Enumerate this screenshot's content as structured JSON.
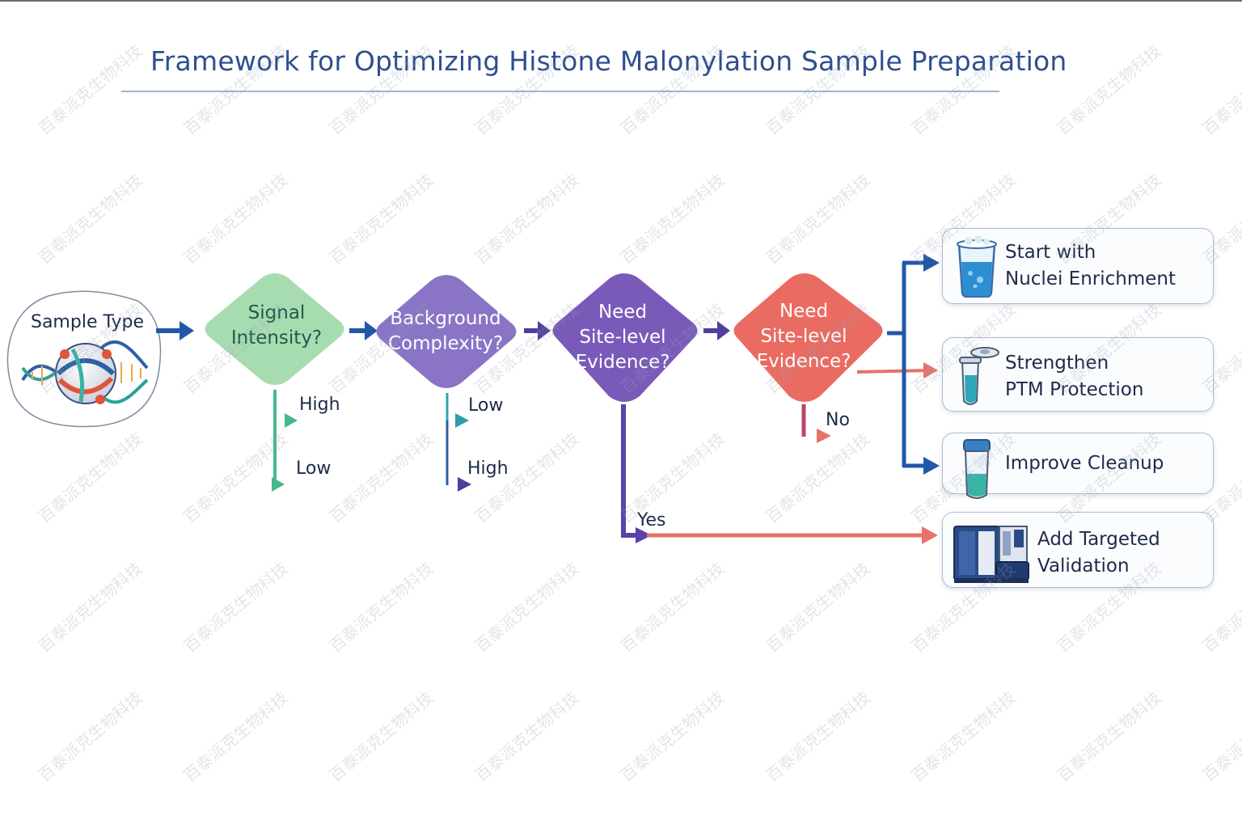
{
  "title": "Framework for Optimizing Histone Malonylation Sample Preparation",
  "colors": {
    "title": "#2e4f8f",
    "arrow_blue": "#2258a8",
    "signal_green": "#9fd8a8",
    "background_purple": "#8a70c4",
    "need_purple": "#7a58b8",
    "need_coral": "#ea6b62",
    "teal": "#22a5a8",
    "coral_arrow": "#e8716a"
  },
  "nodes": {
    "sample_type": "Sample Type",
    "signal": [
      "Signal",
      "Intensity?"
    ],
    "background": [
      "Background",
      "Complexity?"
    ],
    "need_purple": [
      "Need",
      "Site-level",
      "Evidence?"
    ],
    "need_coral": [
      "Need",
      "Site-level",
      "Evidence?"
    ]
  },
  "branch_labels": {
    "signal_high": "High",
    "signal_low": "Low",
    "background_low": "Low",
    "background_high": "High",
    "yes": "Yes",
    "no": "No"
  },
  "outcomes": [
    {
      "line1": "Start with",
      "line2": "Nuclei Enrichment",
      "icon": "beaker-icon"
    },
    {
      "line1": "Strengthen",
      "line2": "PTM Protection",
      "icon": "tube-icon"
    },
    {
      "line1": "Improve Cleanup",
      "line2": "",
      "icon": "vial-icon"
    },
    {
      "line1": "Add Targeted",
      "line2": "Validation",
      "icon": "mass-spec-icon"
    }
  ],
  "watermark": "百泰派克生物科技"
}
